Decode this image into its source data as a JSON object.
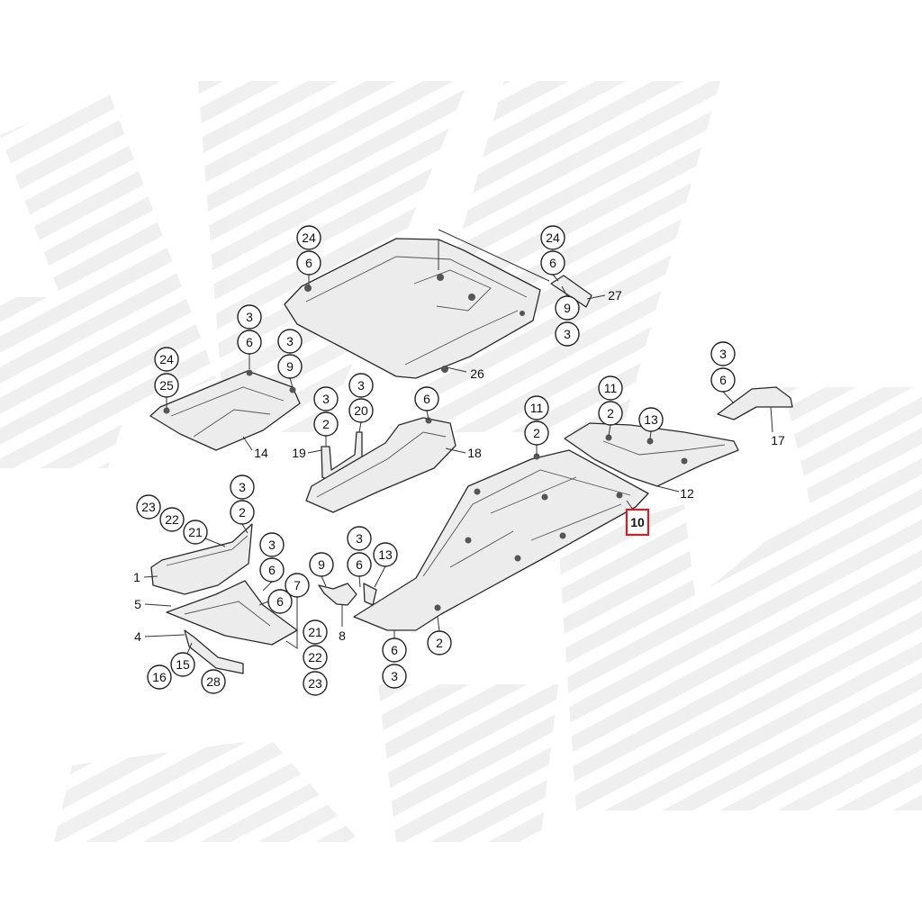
{
  "callouts": [
    "24",
    "6",
    "24",
    "6",
    "9",
    "3",
    "3",
    "6",
    "3",
    "9",
    "24",
    "25",
    "3",
    "2",
    "3",
    "20",
    "6",
    "11",
    "2",
    "11",
    "2",
    "13",
    "3",
    "6",
    "23",
    "22",
    "21",
    "3",
    "2",
    "3",
    "6",
    "6",
    "7",
    "21",
    "22",
    "23",
    "15",
    "16",
    "28",
    "9",
    "3",
    "6",
    "13",
    "6",
    "3",
    "2"
  ],
  "labels": [
    "27",
    "26",
    "14",
    "19",
    "18",
    "17",
    "12",
    "1",
    "5",
    "4",
    "8"
  ],
  "highlighted_label": "10",
  "colors": {
    "highlight": "#d0202a",
    "line": "#222222",
    "part_fill": "#ececec",
    "watermark": "#eeeeee"
  }
}
